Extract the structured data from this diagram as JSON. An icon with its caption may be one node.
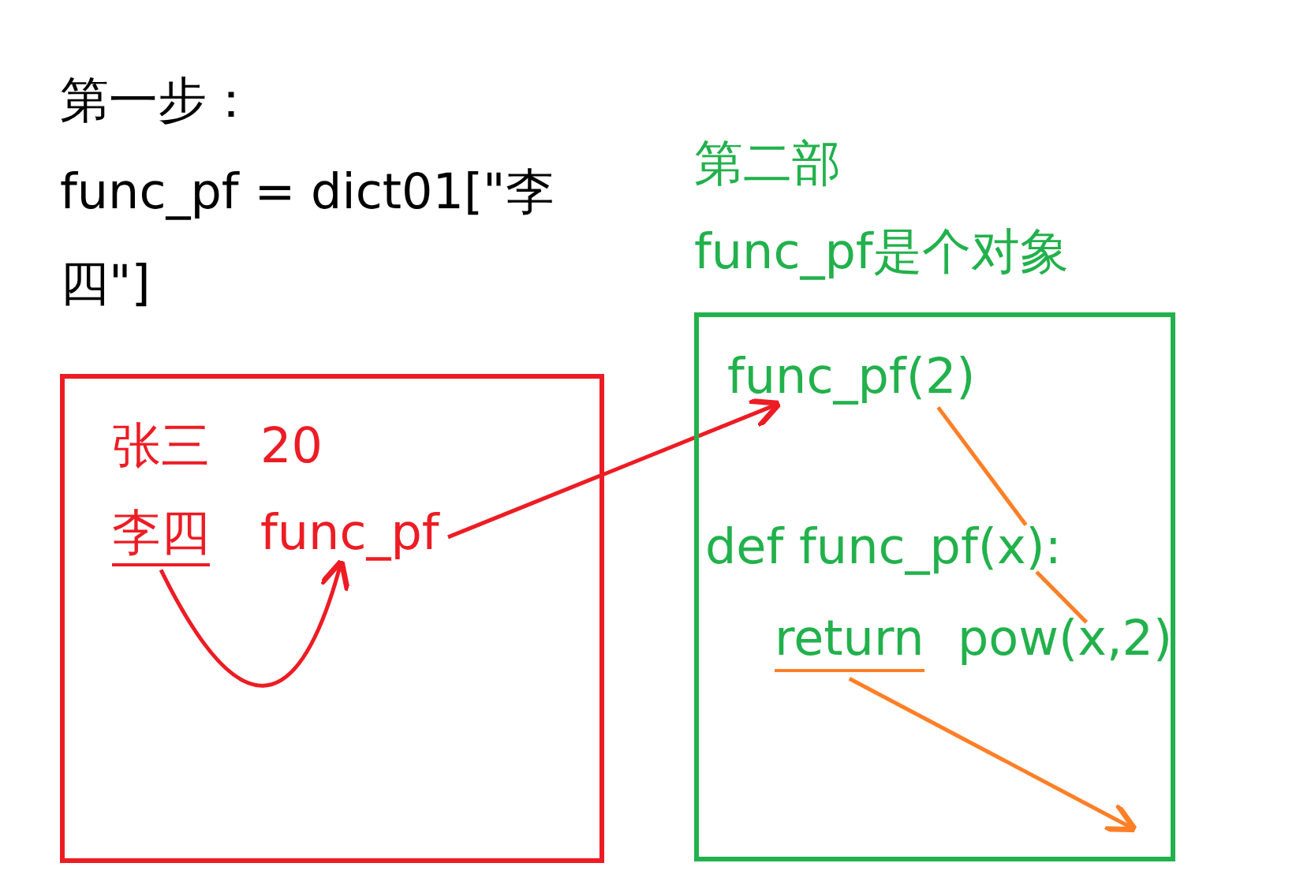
{
  "diagram": {
    "nodes": [
      {
        "text": [],
        "shape": "box"
      },
      {
        "text": [
          "张三"
        ],
        "in": 0
      },
      {
        "text": [
          "20"
        ],
        "in": 0
      },
      {
        "text": [
          "李四"
        ],
        "in": 0
      },
      {
        "text": [
          "func_pf"
        ],
        "in": 0
      },
      {
        "text": [],
        "shape": "box"
      },
      {
        "text": [
          "func_pf(2)"
        ],
        "in": 5
      },
      {
        "text": [
          "def func_pf(x):"
        ],
        "in": 5
      },
      {
        "text": [
          "return"
        ],
        "in": 5
      },
      {
        "text": [
          "pow(x,2)"
        ],
        "in": 5
      }
    ],
    "edges": [
      {
        "from": 3,
        "to": 4,
        "arrow": "to",
        "color": "#ed1c24"
      },
      {
        "from": 4,
        "to": 6,
        "arrow": "to",
        "color": "#ed1c24"
      },
      {
        "from": 6,
        "to": 7,
        "arrow": "none"
      },
      {
        "from": 7,
        "to": 9,
        "arrow": "none"
      },
      {
        "from": 8,
        "to": null,
        "arrow": "to"
      }
    ],
    "labels": [
      "第一步：",
      "func_pf = dict01[\"李四\"]",
      "第二部",
      "func_pf是个对象"
    ]
  }
}
